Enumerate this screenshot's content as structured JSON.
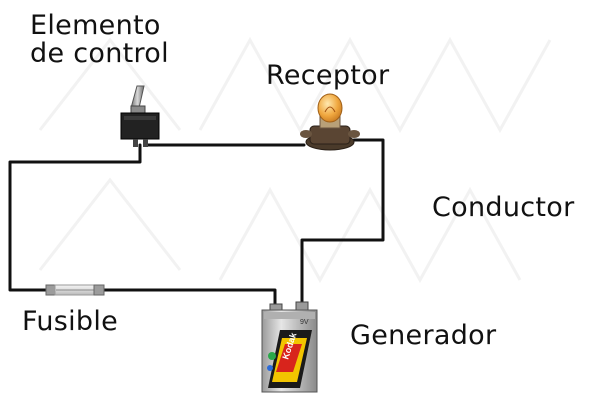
{
  "labels": {
    "control_line1": "Elemento",
    "control_line2": "de control",
    "receptor": "Receptor",
    "conductor": "Conductor",
    "fusible": "Fusible",
    "generador": "Generador"
  },
  "battery": {
    "brand": "Kodak",
    "text": "9V"
  },
  "colors": {
    "wire": "#111111",
    "bulb": "#f0a840",
    "battery_silver": "#c8c8c8",
    "kodak_yellow": "#f2c400",
    "kodak_red": "#d8241c"
  },
  "icons": {
    "control": "toggle-switch-icon",
    "receptor": "light-bulb-icon",
    "fusible": "fuse-icon",
    "generador": "battery-icon"
  }
}
